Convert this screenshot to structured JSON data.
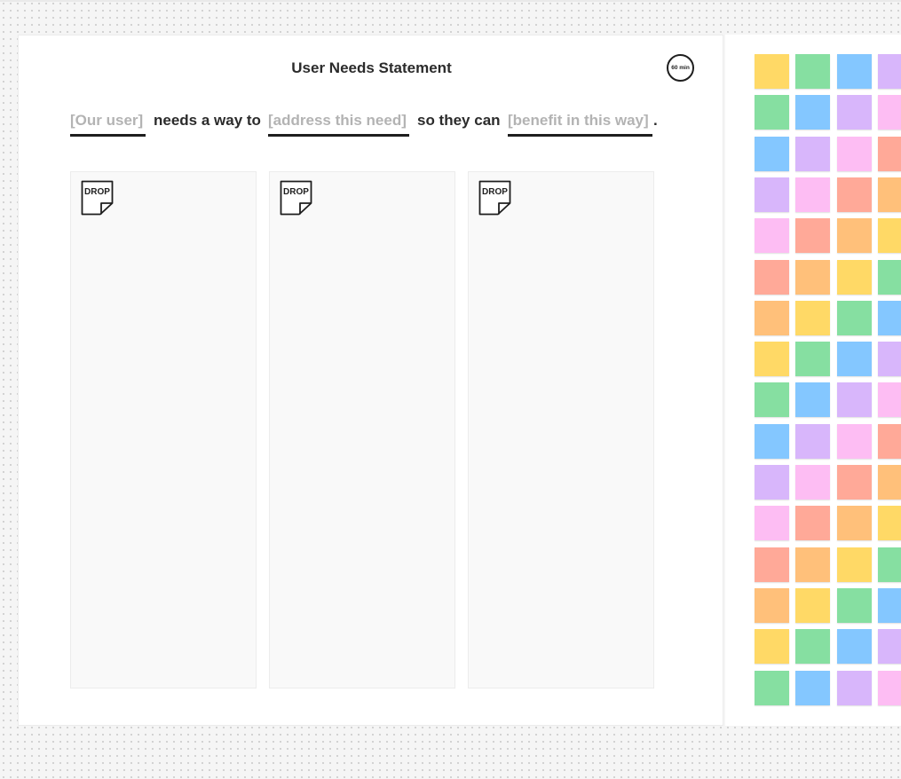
{
  "board": {
    "title": "User Needs Statement",
    "timer_label": "60 min",
    "statement": {
      "placeholder_user": "[Our user]",
      "text_needs": "needs a way to",
      "placeholder_need": "[address this need]",
      "text_so": "so they can",
      "placeholder_benefit": "[benefit in this way]",
      "period": "."
    },
    "columns": [
      {
        "drop_label": "DROP"
      },
      {
        "drop_label": "DROP"
      },
      {
        "drop_label": "DROP"
      }
    ]
  },
  "stickies": {
    "palette": [
      "#ffd966",
      "#86dfa1",
      "#84c7ff",
      "#d8b6fb",
      "#fdbdf3",
      "#ffa998",
      "#ffc07a"
    ],
    "rows": 16,
    "columns": 4,
    "icon": "sticky-note"
  }
}
